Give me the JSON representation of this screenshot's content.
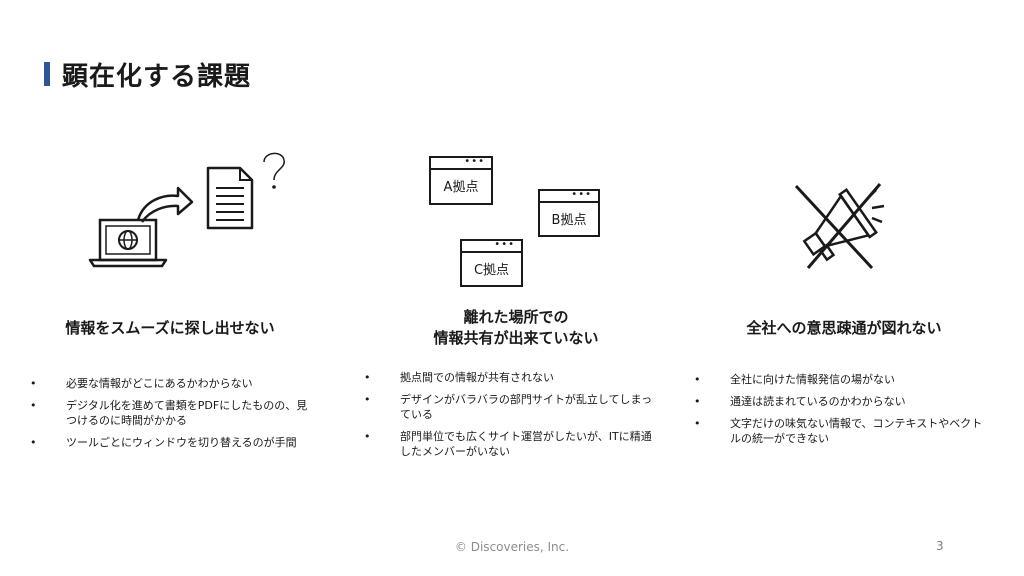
{
  "title": "顕在化する課題",
  "columns": [
    {
      "heading": "情報をスムーズに探し出せない",
      "bullets": [
        "必要な情報がどこにあるかわからない",
        "デジタル化を進めて書類をPDFにしたものの、見つけるのに時間がかかる",
        "ツールごとにウィンドウを切り替えるのが手間"
      ]
    },
    {
      "heading_line1": "離れた場所での",
      "heading_line2": "情報共有が出来ていない",
      "sites": [
        "A拠点",
        "B拠点",
        "C拠点"
      ],
      "bullets": [
        "拠点間での情報が共有されない",
        "デザインがバラバラの部門サイトが乱立してしまっている",
        "部門単位でも広くサイト運営がしたいが、ITに精通したメンバーがいない"
      ]
    },
    {
      "heading": "全社への意思疎通が図れない",
      "bullets": [
        "全社に向けた情報発信の場がない",
        "通達は読まれているのかわからない",
        "文字だけの味気ない情報で、コンテキストやベクトルの統一ができない"
      ]
    }
  ],
  "footer": "© Discoveries, Inc.",
  "page_number": "3",
  "colors": {
    "accent": "#2f5597",
    "text": "#1a1a1a",
    "footer": "#8c8c8c"
  }
}
